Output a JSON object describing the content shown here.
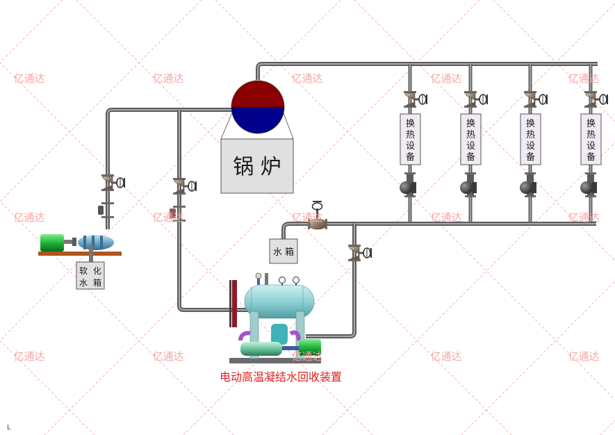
{
  "watermark": {
    "text": "亿通达",
    "color": "#f9a6a6"
  },
  "boiler": {
    "label": "锅 炉",
    "drum_top_color": "#8b0000",
    "drum_bottom_color": "#00008b"
  },
  "water_tank": {
    "label": "水 箱"
  },
  "softened_water_tank": {
    "label_col1": "软水",
    "label_col2": "化箱",
    "label_lines": [
      "软",
      "化",
      "水",
      "箱"
    ]
  },
  "heat_exchangers": [
    {
      "label": "换热设备",
      "chars": [
        "换",
        "热",
        "设",
        "备"
      ]
    },
    {
      "label": "换热设备",
      "chars": [
        "换",
        "热",
        "设",
        "备"
      ]
    },
    {
      "label": "换热设备",
      "chars": [
        "换",
        "热",
        "设",
        "备"
      ]
    },
    {
      "label": "换热设备",
      "chars": [
        "换",
        "热",
        "设",
        "备"
      ]
    }
  ],
  "recovery_unit": {
    "caption": "电动高温凝结水回收装置",
    "caption_color": "#e02020"
  },
  "corner_mark": "L"
}
